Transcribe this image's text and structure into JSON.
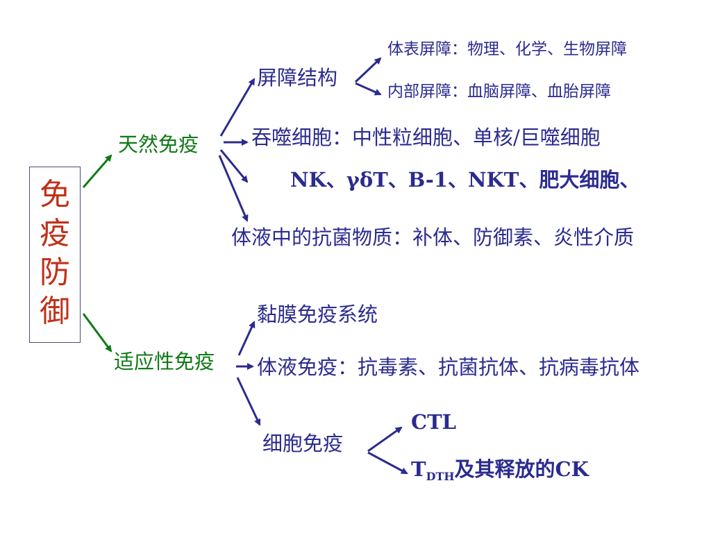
{
  "root": {
    "label": "免疫防御"
  },
  "innate": {
    "label": "天然免疫",
    "barrier": {
      "label": "屏障结构",
      "surface": "体表屏障：物理、化学、生物屏障",
      "internal": "内部屏障：血脑屏障、血胎屏障"
    },
    "phagocytes": "吞噬细胞：中性粒细胞、单核/巨噬细胞",
    "cells": "NK、γδT、B-1、NKT、肥大细胞、",
    "humoral_substances": "体液中的抗菌物质：补体、防御素、炎性介质"
  },
  "adaptive": {
    "label": "适应性免疫",
    "mucosal": "黏膜免疫系统",
    "humoral": "体液免疫：抗毒素、抗菌抗体、抗病毒抗体",
    "cellular": {
      "label": "细胞免疫",
      "ctl": "CTL",
      "tdth_main": "T",
      "tdth_sub": "DTH",
      "tdth_rest": "及其释放的CK"
    }
  },
  "colors": {
    "blue": "#2b2b8f",
    "green": "#0f7a16",
    "red": "#c0311a"
  }
}
